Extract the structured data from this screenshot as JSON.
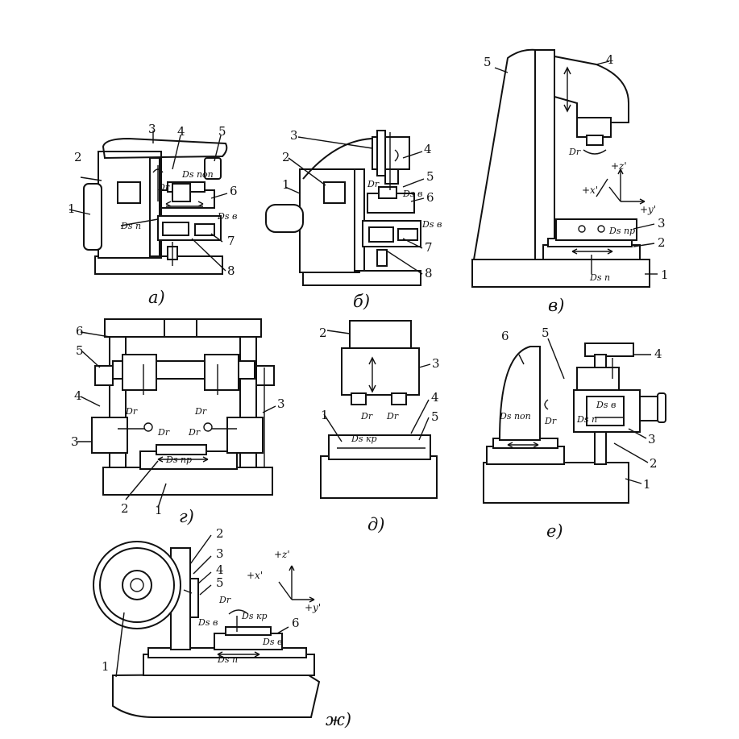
{
  "figure": {
    "captions": {
      "a": "а)",
      "b": "б)",
      "v": "в)",
      "g": "г)",
      "d": "д)",
      "e": "е)",
      "zh": "ж)"
    },
    "symbols": {
      "dr": "Dr",
      "ds_pop": "Ds поп",
      "ds_v": "Ds в",
      "ds_p": "Ds п",
      "ds_pr": "Ds пр",
      "ds_kr": "Ds кр",
      "ds_p2": "Ds п"
    },
    "axes": {
      "x": "+x'",
      "y": "+y'",
      "z": "+z'"
    },
    "labels": {
      "n1": "1",
      "n2": "2",
      "n3": "3",
      "n4": "4",
      "n5": "5",
      "n6": "6",
      "n7": "7",
      "n8": "8"
    }
  }
}
